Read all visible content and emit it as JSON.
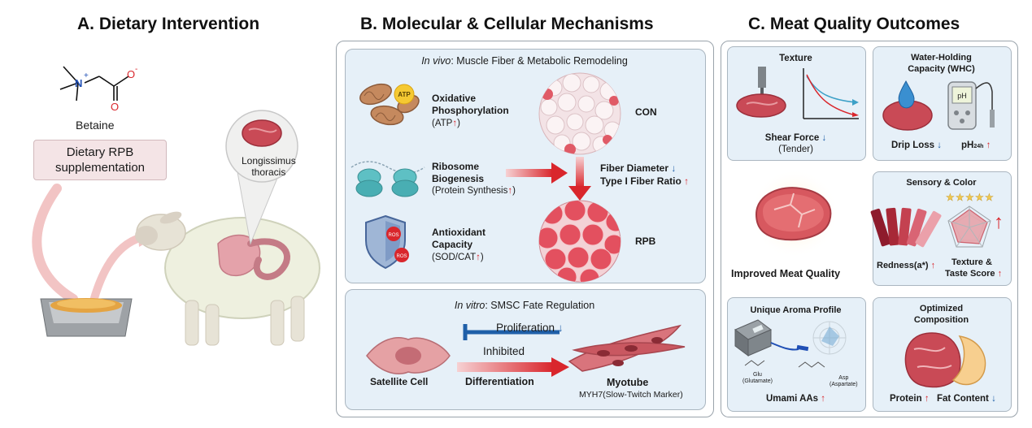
{
  "panel_a": {
    "title": "A. Dietary Intervention",
    "betaine_label": "Betaine",
    "supplement_line1": "Dietary RPB",
    "supplement_line2": "supplementation",
    "muscle_line1": "Longissimus",
    "muscle_line2": "thoracis"
  },
  "panel_b": {
    "title": "B. Molecular & Cellular Mechanisms",
    "invivo": {
      "heading_italic": "In vivo",
      "heading_rest": ": Muscle Fiber & Metabolic Remodeling",
      "oxphos_line1": "Oxidative",
      "oxphos_line2": "Phosphorylation",
      "oxphos_sub": "(ATP",
      "atp_icon": "ATP",
      "ribo_line1": "Ribosome",
      "ribo_line2": "Biogenesis",
      "ribo_sub": "(Protein Synthesis",
      "anti_line1": "Antioxidant",
      "anti_line2": "Capacity",
      "anti_sub": "(SOD/CAT",
      "ros_label": "ROS",
      "con_label": "CON",
      "rpb_label": "RPB",
      "fiber_diameter": "Fiber Diameter",
      "type1_ratio": "Type I Fiber Ratio"
    },
    "invitro": {
      "heading_italic": "In vitro",
      "heading_rest": ": SMSC Fate Regulation",
      "proliferation": "Proliferation",
      "inhibited": "Inhibited",
      "differentiation": "Differentiation",
      "satellite_cell": "Satellite Cell",
      "myotube": "Myotube",
      "myotube_sub": "MYH7(Slow-Twitch Marker)"
    }
  },
  "panel_c": {
    "title": "C. Meat Quality Outcomes",
    "texture_title": "Texture",
    "shear_force": "Shear Force",
    "tender": "(Tender)",
    "whc_line1": "Water-Holding",
    "whc_line2": "Capacity (WHC)",
    "ph_meter": "pH",
    "drip_loss": "Drip Loss",
    "ph24": "pH",
    "ph24_sub": "24h",
    "improved": "Improved Meat Quality",
    "sensory_title": "Sensory & Color",
    "redness": "Redness(a*)",
    "texture_taste_1": "Texture &",
    "texture_taste_2": "Taste Score",
    "aroma_title": "Unique Aroma Profile",
    "glu_label": "Glu\n(Glutamate)",
    "asp_label": "Asp\n(Aspartate)",
    "umami": "Umami AAs",
    "composition_1": "Optimized",
    "composition_2": "Composition",
    "protein": "Protein",
    "fat_content": "Fat Content"
  },
  "arrows": {
    "up": "↑",
    "down": "↓"
  },
  "colors": {
    "panel_bg": "#e6f0f8",
    "up_arrow": "#d9262c",
    "down_arrow": "#1f5fa8",
    "meat": "#c8454f"
  }
}
